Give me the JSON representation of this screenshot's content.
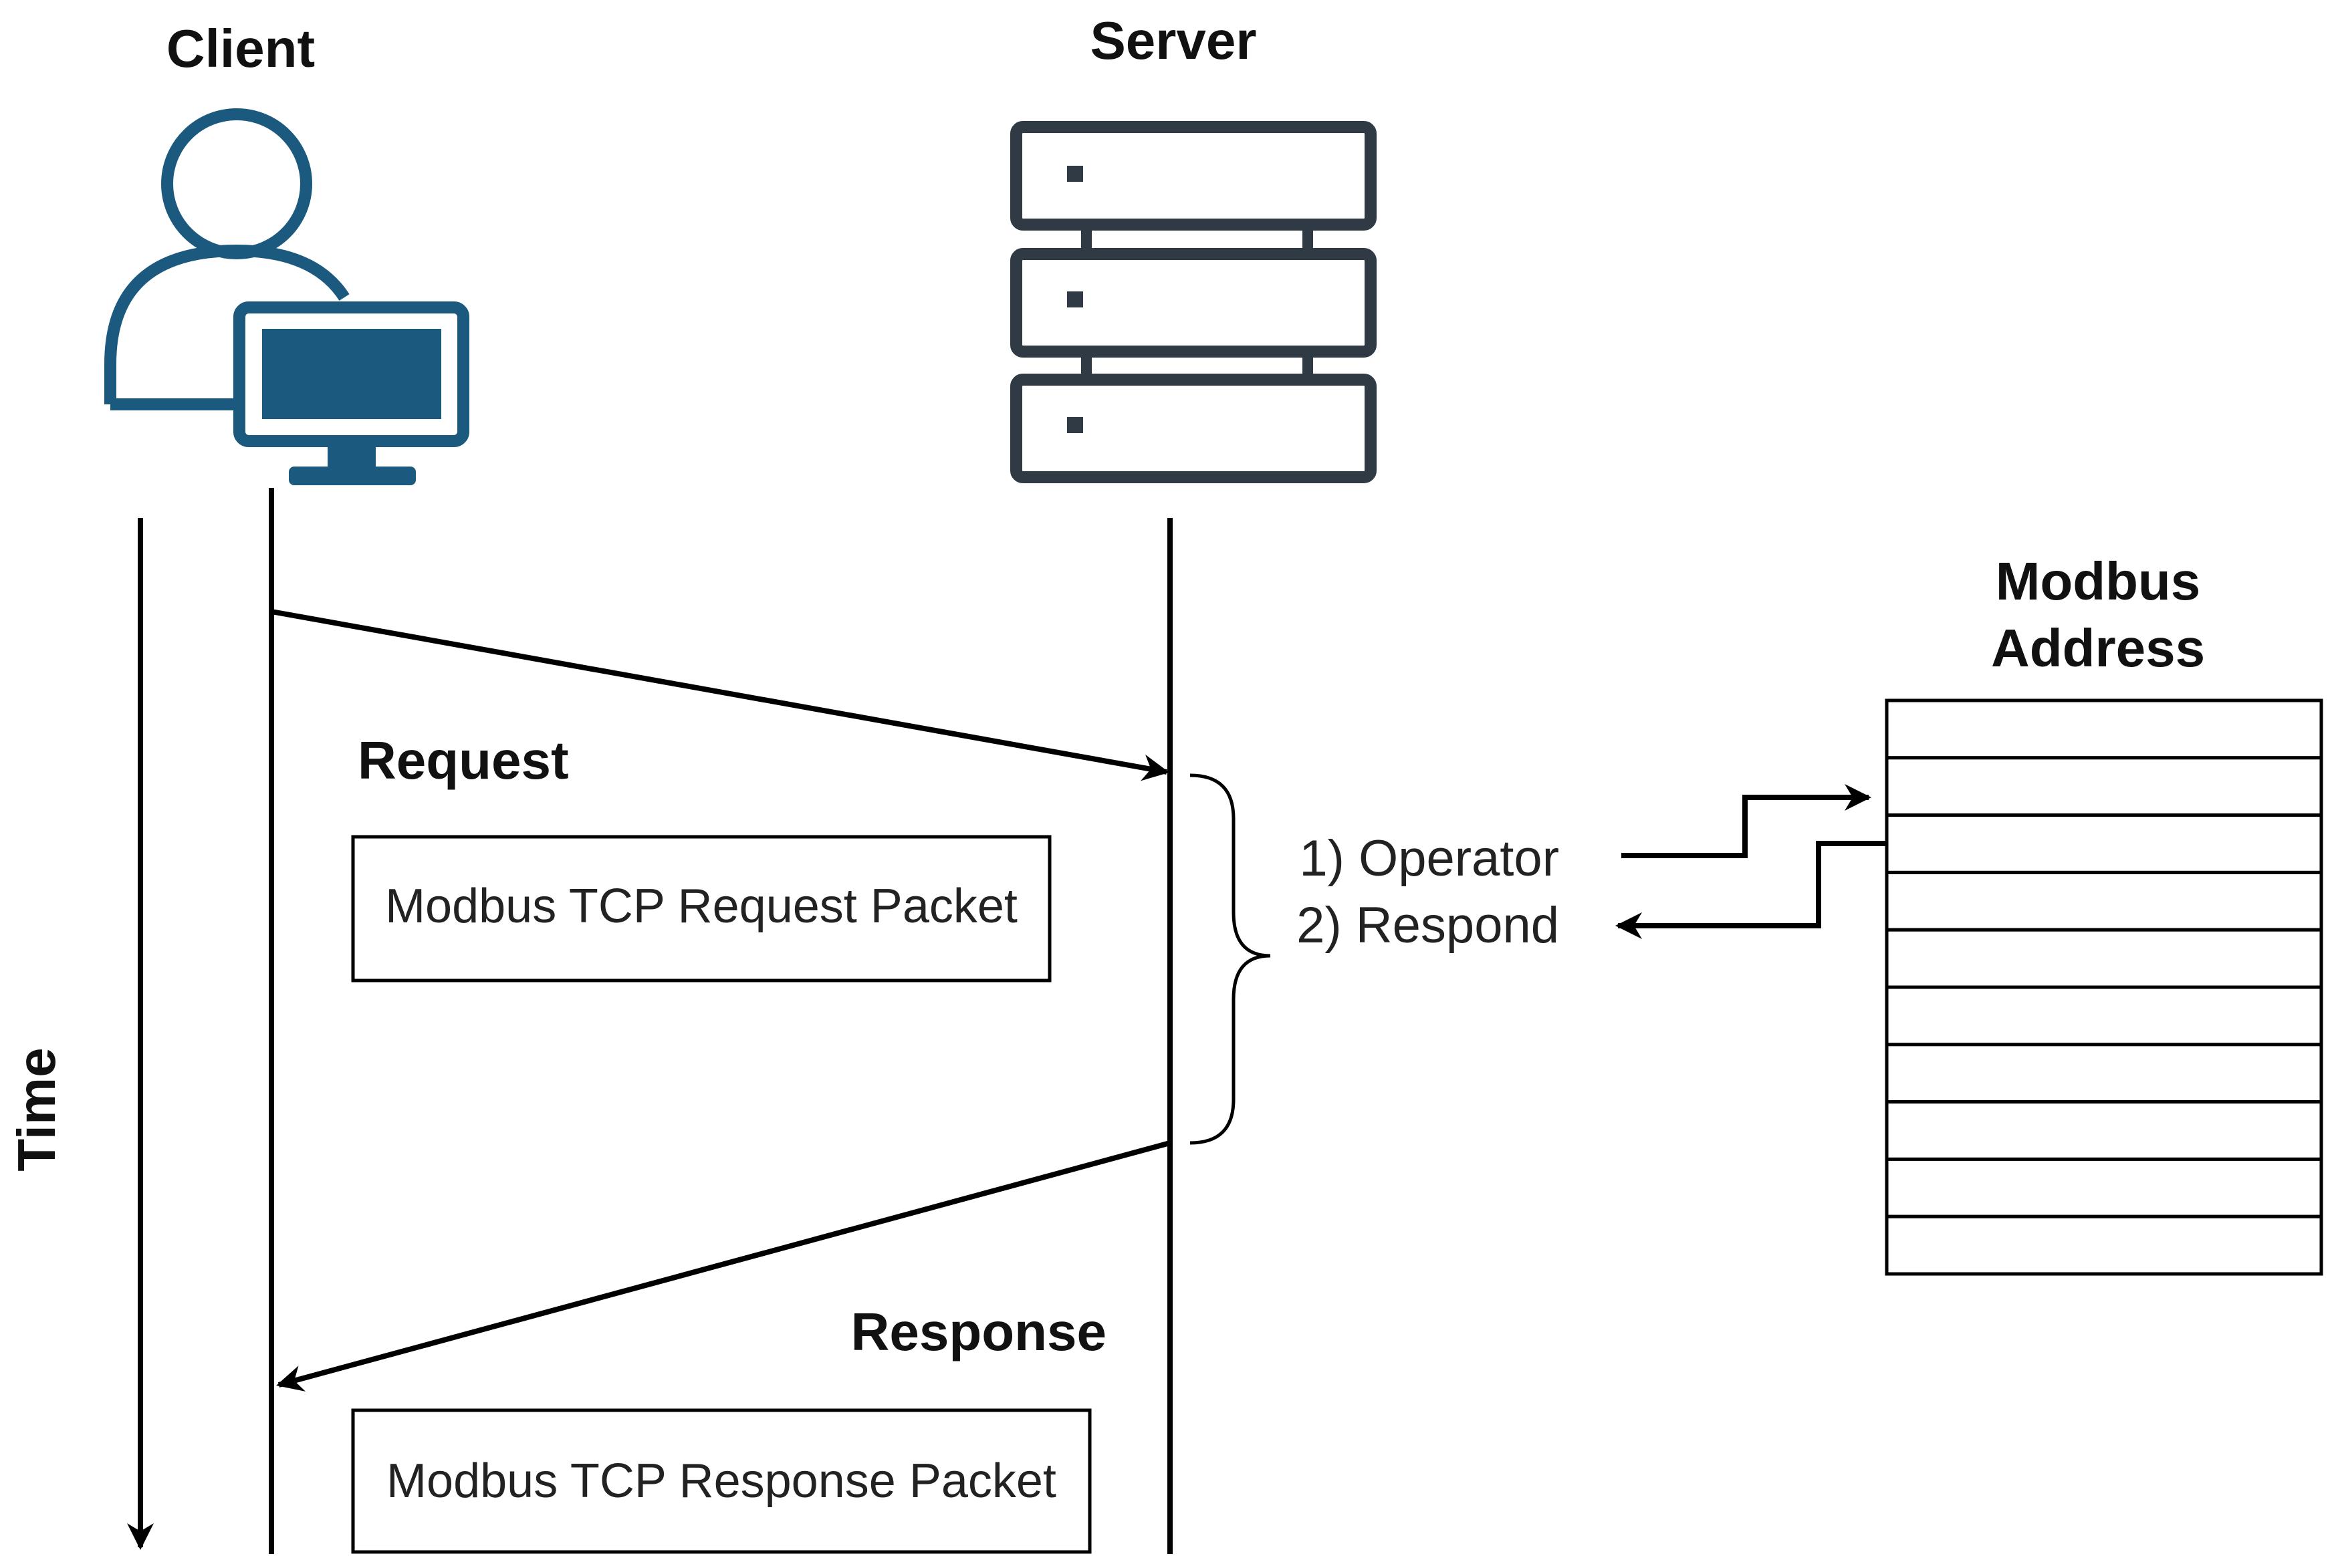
{
  "client": {
    "label": "Client",
    "icon": "user-computer-icon",
    "color": "#1b5a7e"
  },
  "server": {
    "label": "Server",
    "icon": "server-rack-icon",
    "color": "#2f3a44"
  },
  "time": {
    "label": "Time"
  },
  "request": {
    "label": "Request",
    "packet_label": "Modbus TCP Request Packet"
  },
  "response": {
    "label": "Response",
    "packet_label": "Modbus TCP Response Packet"
  },
  "server_actions": {
    "line1": "1) Operator",
    "line2": "2) Respond"
  },
  "modbus_address": {
    "title_line1": "Modbus",
    "title_line2": "Address",
    "row_count": 10
  }
}
